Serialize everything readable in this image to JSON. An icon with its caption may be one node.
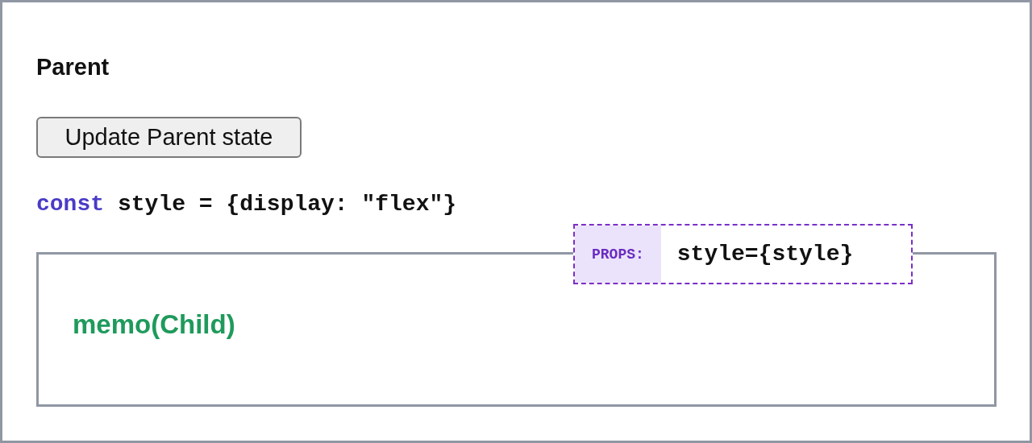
{
  "diagram": {
    "nodes": [
      {
        "text": [
          "Parent"
        ]
      },
      {
        "text": [
          "Update Parent state"
        ],
        "in": 0
      },
      {
        "text": [
          "memo(Child)"
        ],
        "in": 0
      },
      {
        "text": [
          "PROPS:",
          "style={style}"
        ],
        "in": 0
      }
    ],
    "labels": [
      "const",
      "style = {display: \"flex\"}"
    ]
  }
}
